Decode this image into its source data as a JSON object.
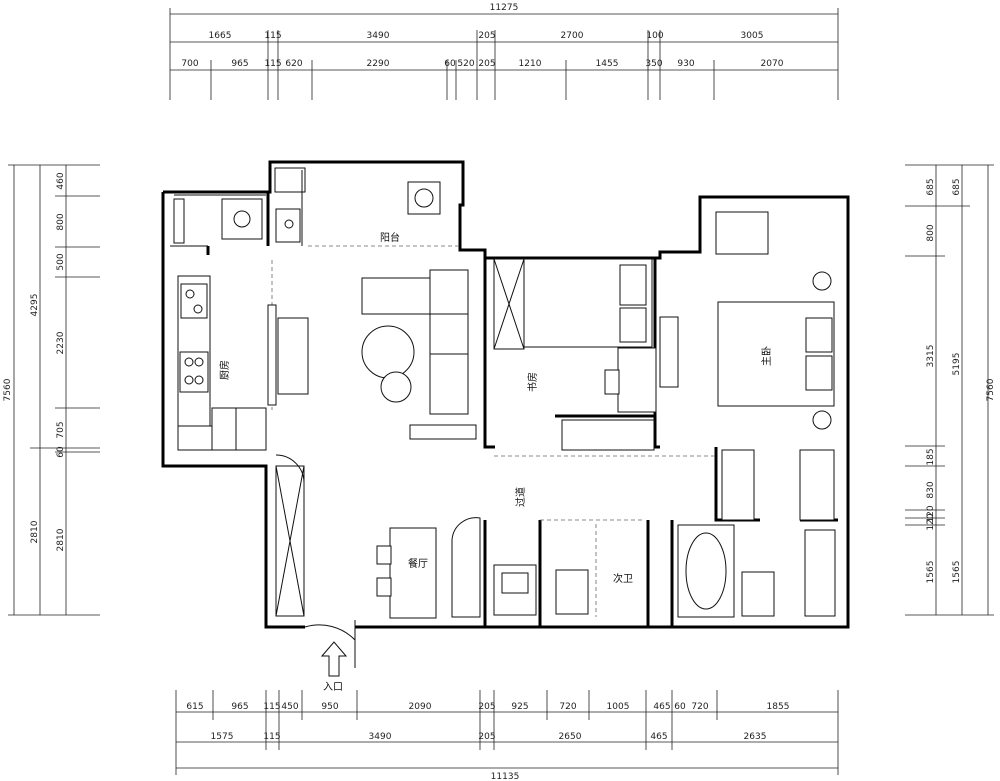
{
  "dimensions": {
    "top_total": "11275",
    "top_row1": [
      "1665",
      "115",
      "3490",
      "205",
      "2700",
      "100",
      "3005"
    ],
    "top_row2": [
      "700",
      "965",
      "115",
      "620",
      "2290",
      "60",
      "520",
      "205",
      "1210",
      "1455",
      "350",
      "930",
      "2070"
    ],
    "bottom_row1": [
      "615",
      "965",
      "115",
      "450",
      "950",
      "2090",
      "205",
      "925",
      "720",
      "1005",
      "465",
      "60",
      "720",
      "1855"
    ],
    "bottom_row2": [
      "1575",
      "115",
      "3490",
      "205",
      "2650",
      "465",
      "2635"
    ],
    "bottom_total": "11135",
    "left_total": "7560",
    "left_mid": [
      "4295",
      "2810"
    ],
    "left_detail": [
      "460",
      "800",
      "500",
      "2230",
      "705",
      "60",
      "2810"
    ],
    "right_total": "7560",
    "right_mid": [
      "685",
      "5195",
      "1565"
    ],
    "right_detail": [
      "685",
      "800",
      "3315",
      "185",
      "830",
      "120",
      "120",
      "1565"
    ]
  },
  "rooms": {
    "balcony": "阳台",
    "kitchen": "厨房",
    "study": "书房",
    "master_bedroom": "主卧",
    "corridor": "过道",
    "second_bath": "次卫",
    "dining": "餐厅",
    "entrance": "入口"
  }
}
